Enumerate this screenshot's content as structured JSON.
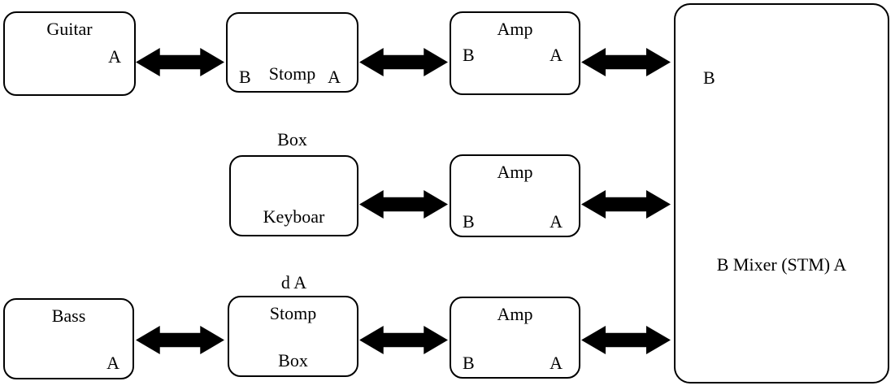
{
  "colors": {
    "line": "#000000",
    "background": "#ffffff"
  },
  "diagram": {
    "nodes": {
      "guitar": {
        "title": "Guitar",
        "port_a": "A"
      },
      "stomp_box_top": {
        "title_line1": "Stomp",
        "title_line2": "Box",
        "port_b": "B",
        "port_a": "A"
      },
      "amp_top": {
        "title": "Amp",
        "port_b": "B",
        "port_a": "A"
      },
      "mixer": {
        "port_b_top": "B",
        "label": "B Mixer (STM) A"
      },
      "keyboard": {
        "title_line1": "Keyboar",
        "title_line2": "d A"
      },
      "amp_middle": {
        "title": "Amp",
        "port_b": "B",
        "port_a": "A"
      },
      "bass": {
        "title": "Bass",
        "port_a": "A"
      },
      "stomp_box_bottom": {
        "title": "Stomp",
        "subtitle": "Box"
      },
      "amp_bottom": {
        "title": "Amp",
        "port_b": "B",
        "port_a": "A"
      }
    },
    "connections": [
      {
        "from": "guitar",
        "to": "stomp_box_top",
        "bidirectional": true
      },
      {
        "from": "stomp_box_top",
        "to": "amp_top",
        "bidirectional": true
      },
      {
        "from": "amp_top",
        "to": "mixer",
        "bidirectional": true
      },
      {
        "from": "keyboard",
        "to": "amp_middle",
        "bidirectional": true
      },
      {
        "from": "amp_middle",
        "to": "mixer",
        "bidirectional": true
      },
      {
        "from": "bass",
        "to": "stomp_box_bottom",
        "bidirectional": true
      },
      {
        "from": "stomp_box_bottom",
        "to": "amp_bottom",
        "bidirectional": true
      },
      {
        "from": "amp_bottom",
        "to": "mixer",
        "bidirectional": true
      }
    ]
  }
}
